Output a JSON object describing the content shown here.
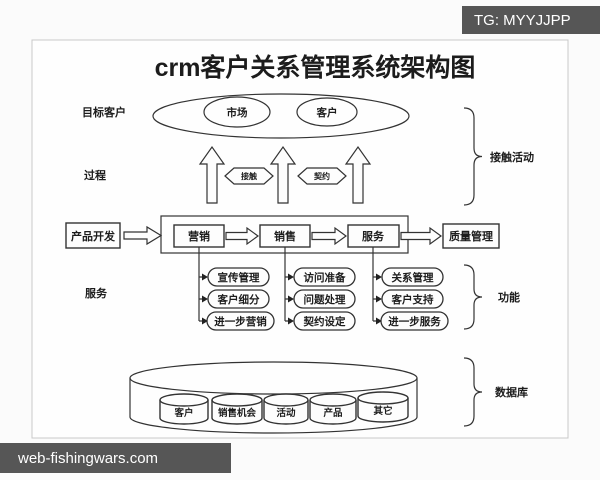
{
  "watermarks": {
    "top_right": "TG: MYYJJPP",
    "bottom_left": "web-fishingwars.com"
  },
  "title": "crm客户关系管理系统架构图",
  "left_labels": {
    "target_customers": "目标客户",
    "process": "过程",
    "services": "服务"
  },
  "right_labels": {
    "contact_activities": "接触活动",
    "functions": "功能",
    "database": "数据库"
  },
  "top": {
    "market": "市场",
    "customer": "客户",
    "contact_label": "接触",
    "contract_label": "契约"
  },
  "process_row": {
    "product_development": "产品开发",
    "marketing": "营销",
    "sales": "销售",
    "service": "服务",
    "quality_management": "质量管理"
  },
  "functions": {
    "marketing": [
      "宣传管理",
      "客户细分",
      "进一步营销"
    ],
    "sales": [
      "访问准备",
      "问题处理",
      "契约设定"
    ],
    "service": [
      "关系管理",
      "客户支持",
      "进一步服务"
    ]
  },
  "database": {
    "items": [
      "客户",
      "销售机会",
      "活动",
      "产品",
      "其它"
    ]
  },
  "colors": {
    "line": "#333333",
    "text": "#1c1c1c",
    "watermark_bg": "#565656",
    "watermark_text": "#ffffff",
    "background": "#fbfbfb",
    "frame_border": "#c9c9c9"
  }
}
